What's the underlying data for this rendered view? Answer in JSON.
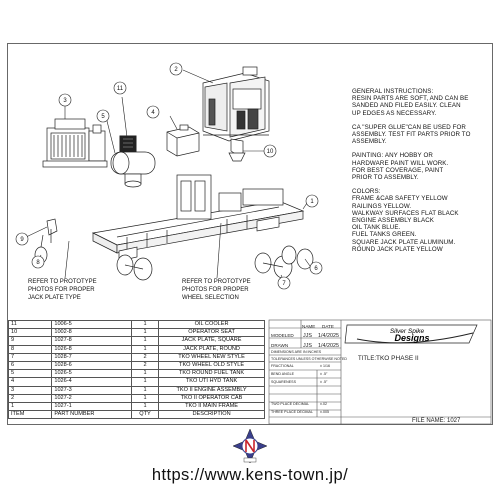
{
  "notes": [
    "GENERAL INSTRUCTIONS:\nRESIN PARTS ARE SOFT, AND CAN BE\nSANDED AND FILED EASILY.  CLEAN\nUP EDGES AS NECESSARY.",
    "CA \"SUPER GLUE\"CAN BE USED FOR\nASSEMBLY. TEST FIT PARTS PRIOR TO\nASSEMBLY.",
    "PAINTING:  ANY HOBBY OR\nHARDWARE PAINT WILL WORK.\nFOR BEST COVERAGE, PAINT\nPRIOR TO ASSEMBLY.",
    "COLORS:\nFRAME &CAB SAFETY YELLOW\nRAILINGS YELLOW.\nWALKWAY SURFACES FLAT BLACK\nENGINE ASSEMBLY BLACK\nOIL TANK BLUE.\nFUEL TANKS GREEN.\nSQUARE JACK PLATE ALUMINUM.\nROUND JACK PLATE YELLOW"
  ],
  "refs": {
    "jack": "REFER TO PROTOTYPE\nPHOTOS FOR PROPER\nJACK PLATE TYPE",
    "wheel": "REFER TO PROTOTYPE\nPHOTOS FOR PROPER\nWHEEL SELECTION"
  },
  "callouts": [
    "1",
    "2",
    "3",
    "4",
    "5",
    "6",
    "7",
    "8",
    "9",
    "10",
    "11"
  ],
  "bom": {
    "rows": [
      {
        "item": "11",
        "part": "1006-5",
        "qty": "1",
        "desc": "OIL COOLER"
      },
      {
        "item": "10",
        "part": "1002-8",
        "qty": "1",
        "desc": "OPERATOR SEAT"
      },
      {
        "item": "9",
        "part": "1027-8",
        "qty": "1",
        "desc": "JACK PLATE, SQUARE"
      },
      {
        "item": "8",
        "part": "1026-8",
        "qty": "1",
        "desc": "JACK PLATE, ROUND"
      },
      {
        "item": "7",
        "part": "1028-7",
        "qty": "2",
        "desc": "TKO WHEEL NEW STYLE"
      },
      {
        "item": "6",
        "part": "1028-6",
        "qty": "2",
        "desc": "TKO WHEEL OLD STYLE"
      },
      {
        "item": "5",
        "part": "1026-5",
        "qty": "1",
        "desc": "TKO ROUND FUEL TANK"
      },
      {
        "item": "4",
        "part": "1026-4",
        "qty": "1",
        "desc": "TKO UTI HYD TANK"
      },
      {
        "item": "3",
        "part": "1027-3",
        "qty": "1",
        "desc": "TKO II ENGINE ASSEMBLY"
      },
      {
        "item": "2",
        "part": "1027-2",
        "qty": "1",
        "desc": "TKO II OPERATOR CAB"
      },
      {
        "item": "1",
        "part": "1027-1",
        "qty": "1",
        "desc": "TKO II MAIN FRAME"
      }
    ],
    "header": {
      "item": "ITEM",
      "part": "PART NUMBER",
      "qty": "QTY",
      "desc": "DESCRIPTION"
    }
  },
  "titleblock": {
    "name_hdr": "NAME",
    "date_hdr": "DATE",
    "modeled_label": "MODELED",
    "modeled_name": "JJS",
    "modeled_date": "1/4/2025",
    "drawn_label": "DRAWN",
    "drawn_name": "JJS",
    "drawn_date": "1/4/2025",
    "dims": "DIMENSIONS ARE IN INCHES",
    "tol": "TOLERANCES UNLESS OTHERWISE NOTED",
    "fractional_label": "FRACTIONAL",
    "fractional_val": "± 1/16",
    "bend_label": "BEND ANGLE",
    "bend_val": "± .5°",
    "square_label": "SQUARENESS",
    "square_val": "± .5°",
    "two_label": "TWO PLACE DECIMAL",
    "two_val": "±.02",
    "three_label": "THREE PLACE DECIMAL",
    "three_val": "±.005",
    "logo_line1": "Silver Spike",
    "logo_line2": "Designs",
    "title_label": "TITLE:",
    "title": "TKO PHASE II",
    "file_label": "FILE NAME:",
    "file": "1027"
  },
  "footer_url": "https://www.kens-town.jp/"
}
